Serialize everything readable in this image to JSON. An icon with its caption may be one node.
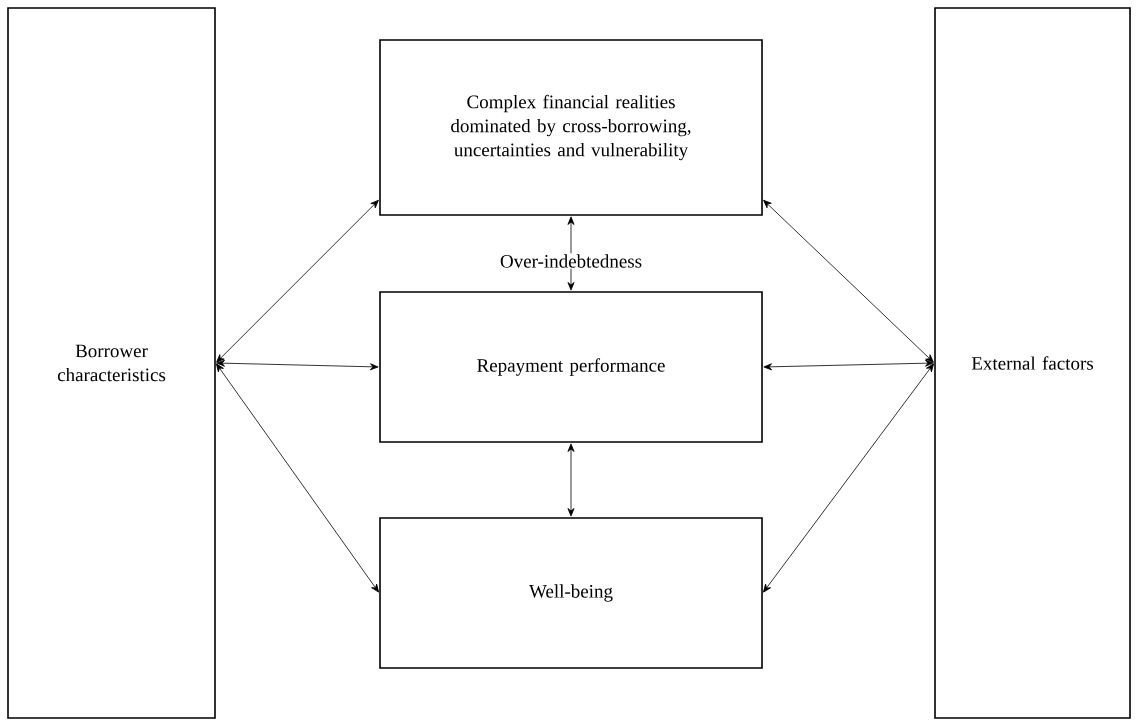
{
  "diagram": {
    "nodes": [
      {
        "text": [
          "Borrower characteristics"
        ]
      },
      {
        "text": [
          "Complex financial realities dominated by cross-borrowing, uncertainties and vulnerability"
        ]
      },
      {
        "text": [
          "Repayment performance"
        ]
      },
      {
        "text": [
          "Well-being"
        ]
      },
      {
        "text": [
          "External factors"
        ]
      }
    ],
    "edges": [
      {
        "from": 0,
        "to": 1,
        "arrow": "both"
      },
      {
        "from": 0,
        "to": 2,
        "arrow": "both"
      },
      {
        "from": 0,
        "to": 3,
        "arrow": "both"
      },
      {
        "from": 1,
        "to": 2,
        "arrow": "both",
        "label": "Over-indebtedness"
      },
      {
        "from": 2,
        "to": 3,
        "arrow": "both"
      },
      {
        "from": 4,
        "to": 1,
        "arrow": "both"
      },
      {
        "from": 4,
        "to": 2,
        "arrow": "both"
      },
      {
        "from": 4,
        "to": 3,
        "arrow": "both"
      }
    ]
  }
}
